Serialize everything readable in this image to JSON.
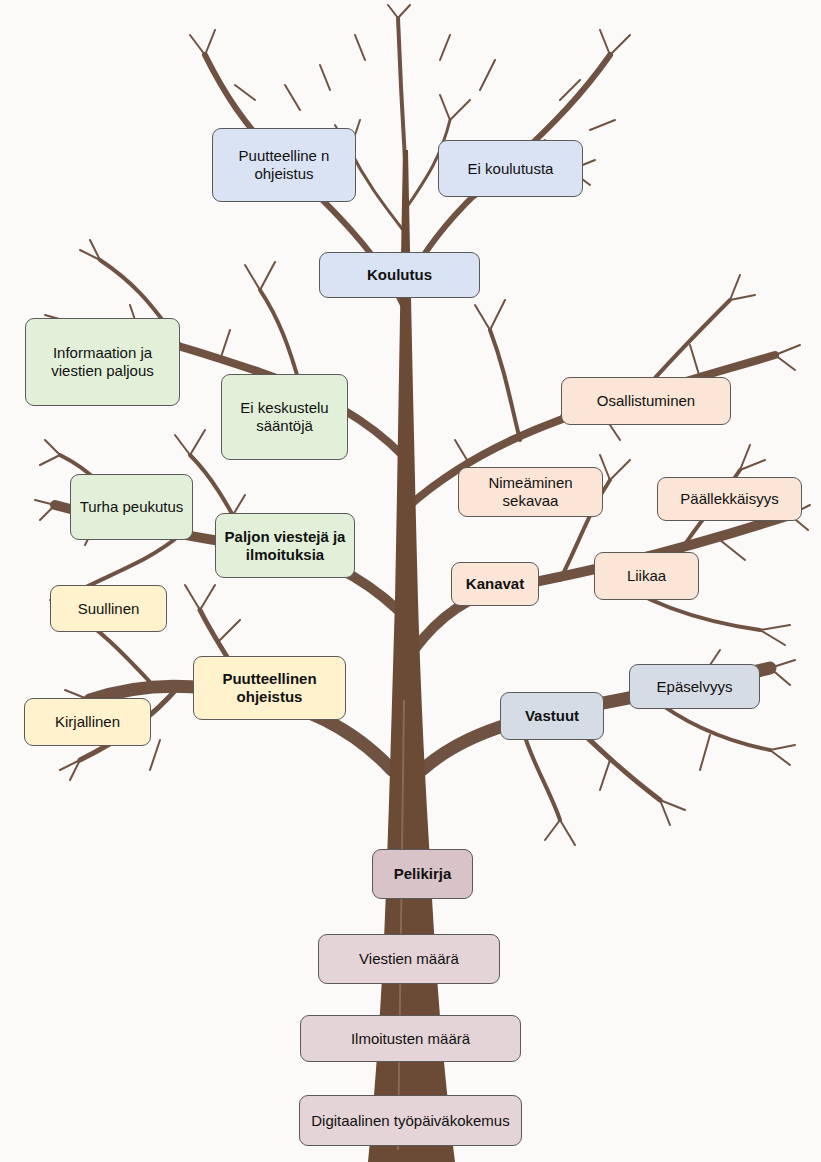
{
  "diagram": {
    "nodes": [
      {
        "text": [
          "Puutteelline n ohjeistus"
        ]
      },
      {
        "text": [
          "Ei koulutusta"
        ]
      },
      {
        "text": [
          "Koulutus"
        ]
      },
      {
        "text": [
          "Informaation ja viestien paljous"
        ]
      },
      {
        "text": [
          "Ei keskustelu sääntöjä"
        ]
      },
      {
        "text": [
          "Osallistuminen"
        ]
      },
      {
        "text": [
          "Nimeäminen sekavaa"
        ]
      },
      {
        "text": [
          "Päällekkäisyys"
        ]
      },
      {
        "text": [
          "Turha peukutus"
        ]
      },
      {
        "text": [
          "Paljon viestejä ja ilmoituksia"
        ]
      },
      {
        "text": [
          "Kanavat"
        ]
      },
      {
        "text": [
          "Liikaa"
        ]
      },
      {
        "text": [
          "Suullinen"
        ]
      },
      {
        "text": [
          "Puutteellinen ohjeistus"
        ]
      },
      {
        "text": [
          "Epäselvyys"
        ]
      },
      {
        "text": [
          "Kirjallinen"
        ]
      },
      {
        "text": [
          "Vastuut"
        ]
      },
      {
        "text": [
          "Pelikirja"
        ]
      },
      {
        "text": [
          "Viestien määrä"
        ]
      },
      {
        "text": [
          "Ilmoitusten määrä"
        ]
      },
      {
        "text": [
          "Digitaalinen työpäiväkokemus"
        ]
      }
    ]
  }
}
